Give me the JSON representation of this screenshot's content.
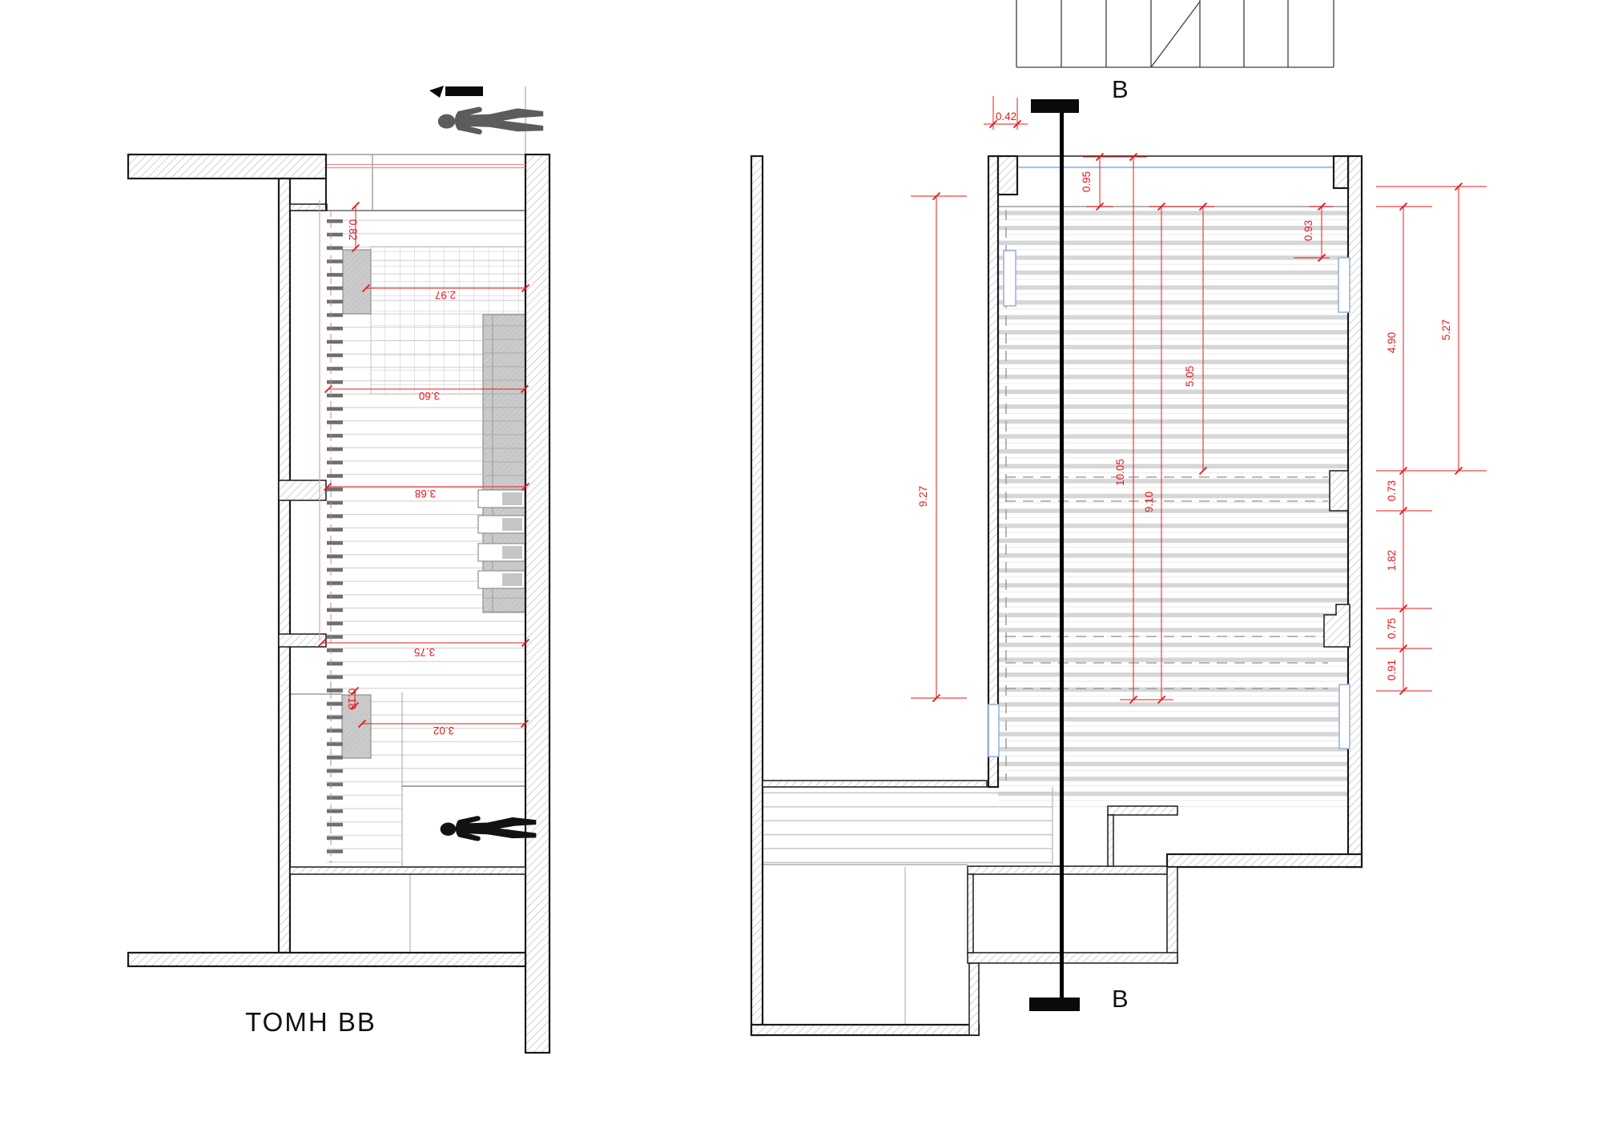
{
  "drawing_title": "ΤΟΜΗ ΒΒ",
  "section": {
    "label": "ΤΟΜΗ ΒΒ",
    "dims": {
      "d082": "0.82",
      "d297": "2.97",
      "d360": "3.60",
      "d368": "3.68",
      "d375": "3.75",
      "d018": "0.18",
      "d302": "3.02"
    }
  },
  "plan": {
    "cut_label_top": "B",
    "cut_label_bottom": "B",
    "dims": {
      "d042": "0.42",
      "d095": "0.95",
      "d093": "0.93",
      "d505": "5.05",
      "d1005": "10.05",
      "d910": "9.10",
      "d927": "9.27",
      "d490": "4.90",
      "d527": "5.27",
      "d073": "0.73",
      "d182": "1.82",
      "d075": "0.75",
      "d091": "0.91"
    }
  },
  "colors": {
    "dim_red": "#e8191a",
    "wall_black": "#1a1a1a",
    "pink": "#f09a96",
    "window_blue": "#9ab3e0",
    "glass_blue": "#a9c2e4",
    "figure_top_grey": "#5c5c5c",
    "figure_bottom_black": "#121212",
    "board_grey": "#d6d6d6"
  }
}
